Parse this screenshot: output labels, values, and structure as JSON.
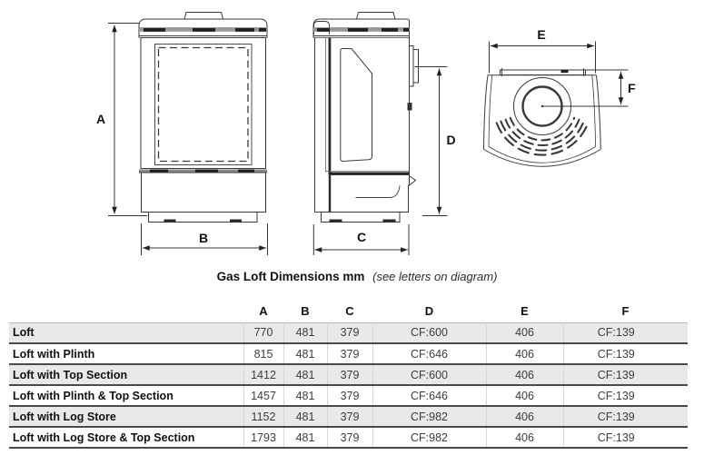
{
  "diagram": {
    "dim_labels": {
      "a": "A",
      "b": "B",
      "c": "C",
      "d": "D",
      "e": "E",
      "f": "F"
    }
  },
  "title": {
    "main": "Gas Loft Dimensions mm",
    "note": "(see letters on diagram)"
  },
  "table": {
    "columns": [
      "A",
      "B",
      "C",
      "D",
      "E",
      "F"
    ],
    "rows": [
      {
        "label": "Loft",
        "values": [
          "770",
          "481",
          "379",
          "CF:600",
          "406",
          "CF:139"
        ]
      },
      {
        "label": "Loft with Plinth",
        "values": [
          "815",
          "481",
          "379",
          "CF:646",
          "406",
          "CF:139"
        ]
      },
      {
        "label": "Loft with Top Section",
        "values": [
          "1412",
          "481",
          "379",
          "CF:600",
          "406",
          "CF:139"
        ]
      },
      {
        "label": "Loft with Plinth & Top Section",
        "values": [
          "1457",
          "481",
          "379",
          "CF:646",
          "406",
          "CF:139"
        ]
      },
      {
        "label": "Loft with Log Store",
        "values": [
          "1152",
          "481",
          "379",
          "CF:982",
          "406",
          "CF:139"
        ]
      },
      {
        "label": "Loft with Log Store & Top Section",
        "values": [
          "1793",
          "481",
          "379",
          "CF:982",
          "406",
          "CF:139"
        ]
      }
    ]
  },
  "colors": {
    "row_shade": "#e9e9e9",
    "rule_dark": "#4a4a4a",
    "line_art": "#3a3a3a",
    "text": "#1a1a1a"
  }
}
